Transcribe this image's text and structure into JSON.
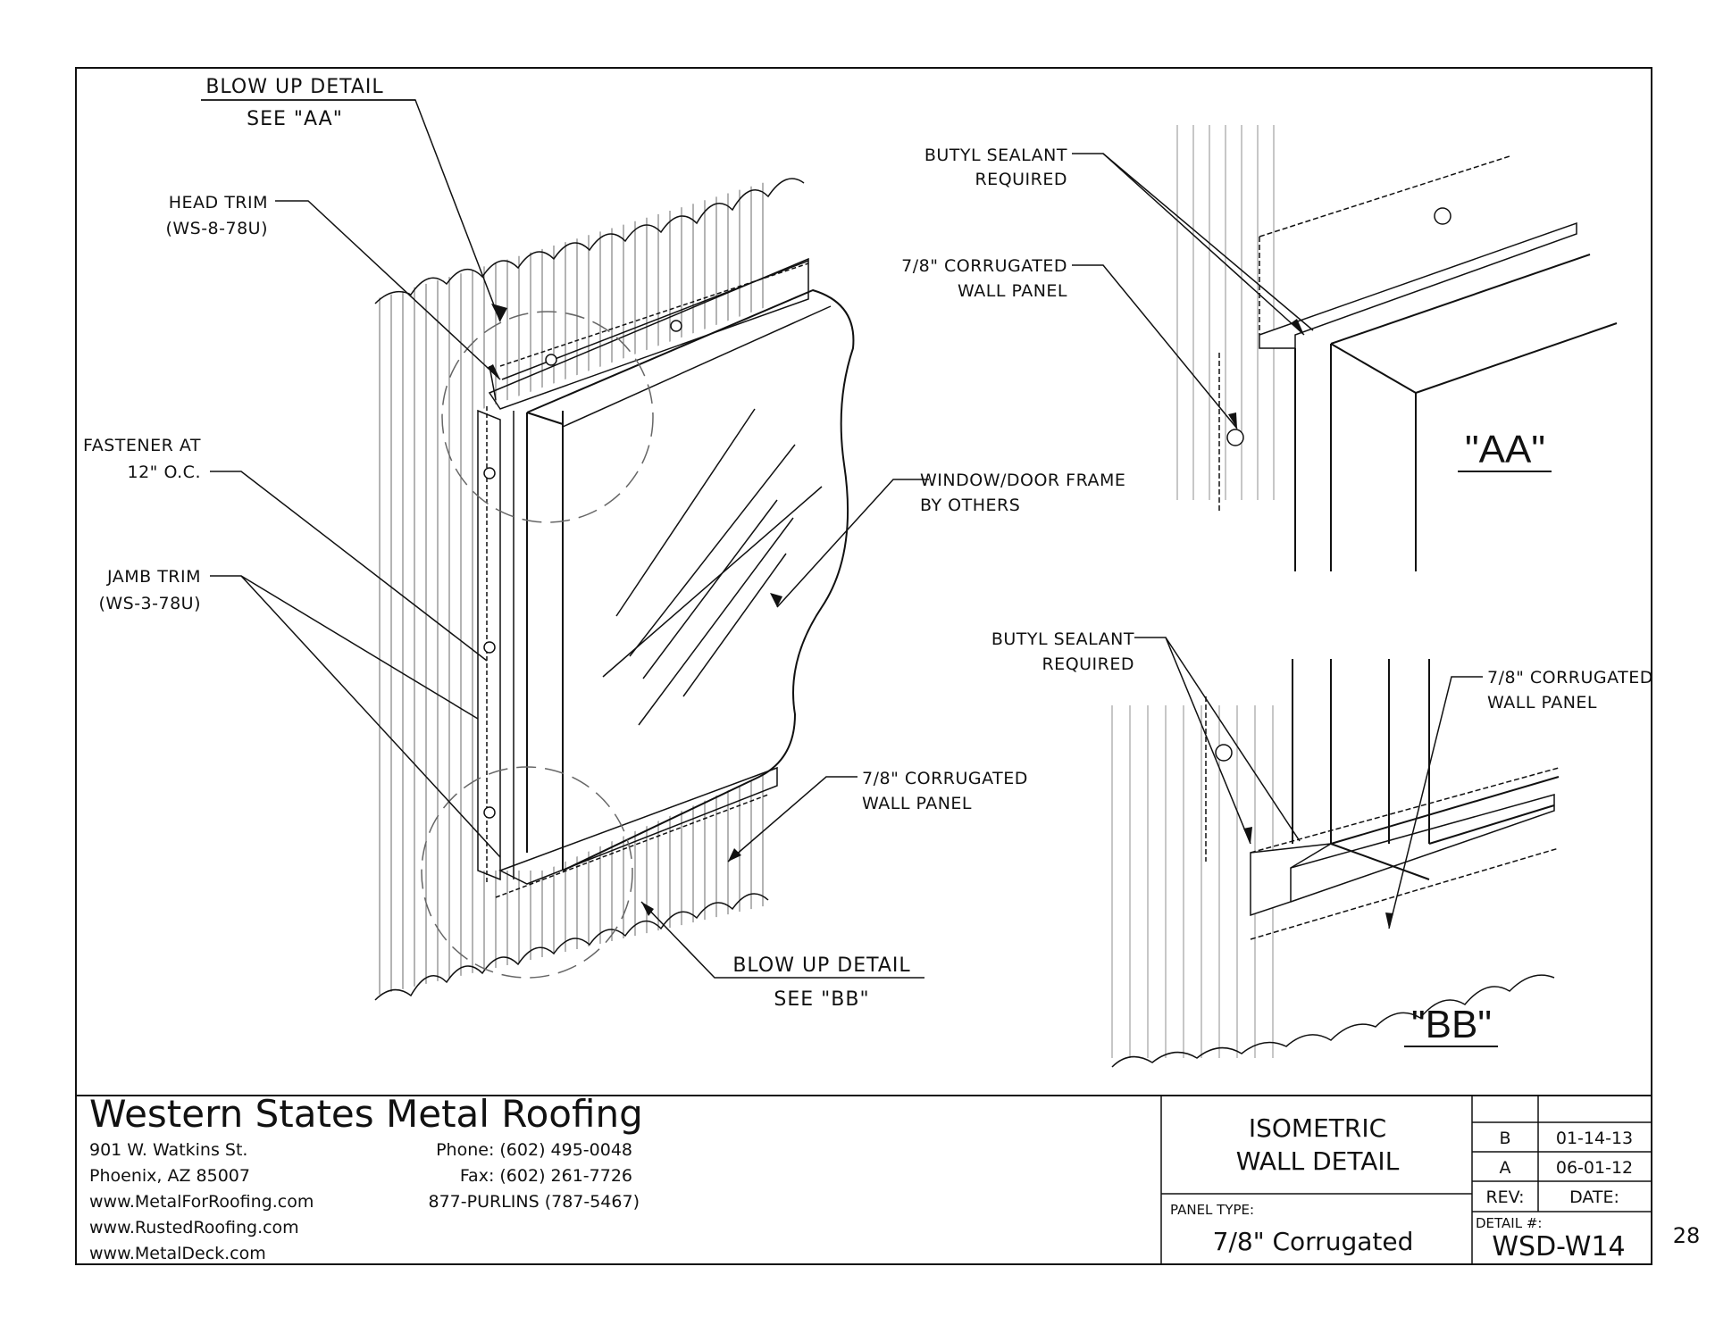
{
  "blowup_aa": {
    "line1": "BLOW UP DETAIL",
    "line2": "SEE \"AA\""
  },
  "blowup_bb": {
    "line1": "BLOW UP DETAIL",
    "line2": "SEE \"BB\""
  },
  "head_trim": {
    "line1": "HEAD TRIM",
    "line2": "(WS-8-78U)"
  },
  "fastener": {
    "line1": "FASTENER AT",
    "line2": "12\" O.C."
  },
  "jamb_trim": {
    "line1": "JAMB TRIM",
    "line2": "(WS-3-78U)"
  },
  "window_frame": {
    "line1": "WINDOW/DOOR FRAME",
    "line2": "BY OTHERS"
  },
  "panel_main": {
    "line1": "7/8\" CORRUGATED",
    "line2": "WALL PANEL"
  },
  "aa": {
    "sealant1": "BUTYL SEALANT",
    "sealant2": "REQUIRED",
    "panel1": "7/8\" CORRUGATED",
    "panel2": "WALL PANEL",
    "title": "\"AA\""
  },
  "bb": {
    "sealant1": "BUTYL SEALANT",
    "sealant2": "REQUIRED",
    "panel1": "7/8\" CORRUGATED",
    "panel2": "WALL PANEL",
    "title": "\"BB\""
  },
  "title_block": {
    "company": "Western States Metal Roofing",
    "address1": "901 W. Watkins St.",
    "address2": "Phoenix, AZ 85007",
    "web1": "www.MetalForRoofing.com",
    "web2": "www.RustedRoofing.com",
    "web3": "www.MetalDeck.com",
    "phone": "Phone: (602) 495-0048",
    "fax": "Fax: (602) 261-7726",
    "tollfree": "877-PURLINS (787-5467)",
    "drawing_title1": "ISOMETRIC",
    "drawing_title2": "WALL DETAIL",
    "panel_type_label": "PANEL TYPE:",
    "panel_type": "7/8\" Corrugated",
    "revisions": [
      {
        "rev": "B",
        "date": "01-14-13"
      },
      {
        "rev": "A",
        "date": "06-01-12"
      }
    ],
    "rev_header": "REV:",
    "date_header": "DATE:",
    "detail_label": "DETAIL #:",
    "detail_number": "WSD-W14"
  },
  "page_number": "28"
}
